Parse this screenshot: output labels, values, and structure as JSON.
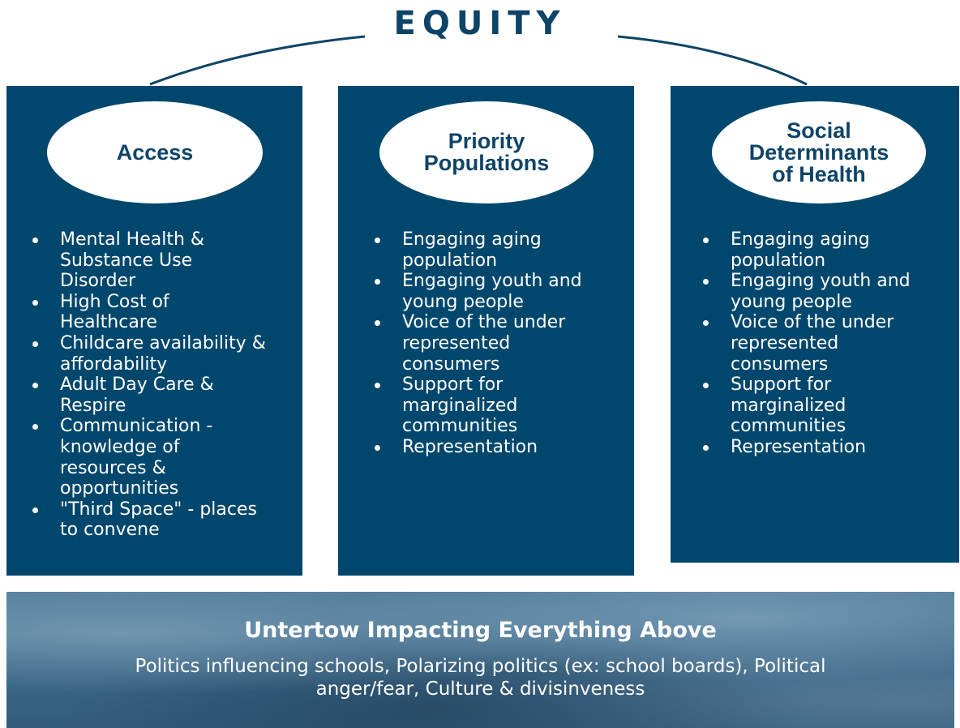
{
  "title": "EQUITY",
  "columns": [
    {
      "heading": "Access",
      "items": [
        "Mental Health & Substance Use Disorder",
        "High Cost of Healthcare",
        "Childcare availability & affordability",
        "Adult Day Care & Respire",
        "Communication - knowledge of resources & opportunities",
        "\"Third Space\" - places to convene"
      ]
    },
    {
      "heading": "Priority Populations",
      "items": [
        "Engaging aging population",
        "Engaging youth and young people",
        "Voice of the under represented consumers",
        "Support for marginalized communities",
        "Representation"
      ]
    },
    {
      "heading": "Social Determinants of Health",
      "items": [
        "Engaging aging population",
        "Engaging youth and young people",
        "Voice of the under represented consumers",
        "Support for marginalized communities",
        "Representation"
      ]
    }
  ],
  "undertow": {
    "title": "Untertow Impacting Everything Above",
    "text": "Politics influencing schools, Polarizing politics (ex: school boards), Political anger/fear, Culture & divisinveness"
  },
  "colors": {
    "panel": "#00476d",
    "title": "#0e4467",
    "text_on_panel": "#ffffff"
  }
}
